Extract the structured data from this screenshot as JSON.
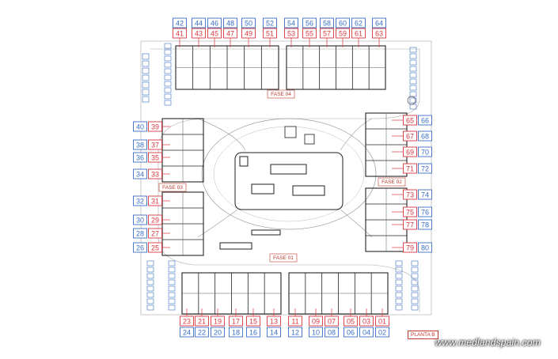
{
  "colors": {
    "blue": "#3a6fc4",
    "red": "#d9363e",
    "line": "#222222",
    "grey": "#8a8a8a"
  },
  "fases": {
    "f01": "FASE 01",
    "f02": "FASE 02",
    "f03": "FASE 03",
    "f04": "FASE 04"
  },
  "sheet_label": "PLANTA B",
  "watermark": "www.medlandspain.com",
  "top_blue": [
    "42",
    "44",
    "46",
    "48",
    "50",
    "52",
    "54",
    "56",
    "58",
    "60",
    "62",
    "64"
  ],
  "top_red": [
    "41",
    "43",
    "45",
    "47",
    "49",
    "51",
    "53",
    "55",
    "57",
    "59",
    "61",
    "63"
  ],
  "bottom_red": [
    "23",
    "21",
    "19",
    "17",
    "15",
    "13",
    "11",
    "09",
    "07",
    "05",
    "03",
    "01"
  ],
  "bottom_blue": [
    "24",
    "22",
    "20",
    "18",
    "16",
    "14",
    "12",
    "10",
    "08",
    "06",
    "04",
    "02"
  ],
  "left_upper_blue": [
    "40",
    "38",
    "36",
    "34"
  ],
  "left_upper_red": [
    "39",
    "37",
    "35",
    "33"
  ],
  "left_lower_blue": [
    "32",
    "30",
    "28",
    "26"
  ],
  "left_lower_red": [
    "31",
    "29",
    "27",
    "25"
  ],
  "right_upper_red": [
    "65",
    "67",
    "69",
    "71"
  ],
  "right_upper_blue": [
    "66",
    "68",
    "70",
    "72"
  ],
  "right_lower_red": [
    "73",
    "75",
    "77",
    "79"
  ],
  "right_lower_blue": [
    "74",
    "76",
    "78",
    "80"
  ]
}
